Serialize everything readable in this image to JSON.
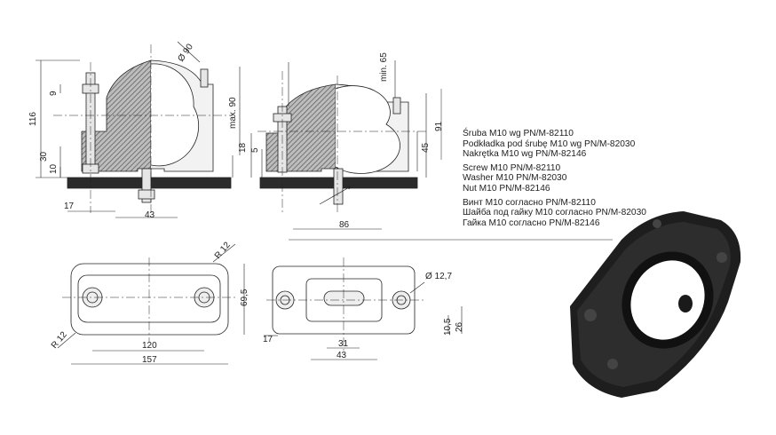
{
  "dimensions": {
    "d90": "Ø 90",
    "h116": "116",
    "h9": "9",
    "h30": "30",
    "h10": "10",
    "w17a": "17",
    "w43a": "43",
    "max90": "max. 90",
    "h18": "18",
    "h5": "5",
    "min65": "min. 65",
    "h91": "91",
    "h45": "45",
    "w86": "86",
    "r12a": "R 12",
    "r12b": "R 12",
    "h69": "69,5",
    "w120": "120",
    "w157": "157",
    "d127": "Ø 12,7",
    "w17b": "17",
    "w31": "31",
    "w43b": "43",
    "h105": "10,5",
    "h26": "26"
  },
  "specs": {
    "pl": [
      "Śruba M10 wg PN/M-82110",
      "Podkładka pod śrubę M10 wg PN/M-82030",
      "Nakrętka M10 wg PN/M-82146"
    ],
    "en": [
      "Screw M10  PN/M-82110",
      "Washer M10 PN/M-82030",
      "Nut M10 PN/M-82146"
    ],
    "ru": [
      "Винт M10 согласно PN/M-82110",
      "Шайба под гайку M10 согласно PN/M-82030",
      "Гайка M10 согласно PN/M-82146"
    ]
  },
  "colors": {
    "line": "#222222",
    "base_plate": "#2b2b2b",
    "clamp_render": "#1e1e1e",
    "section_fill": "#8a8a8a"
  }
}
